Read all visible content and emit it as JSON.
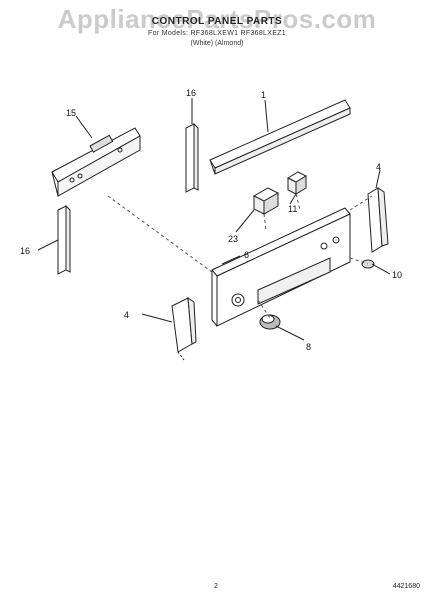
{
  "header": {
    "watermark": "AppliancePartsPros.com",
    "title": "CONTROL PANEL PARTS",
    "subtitle": "For Models: RF368LXEW1   RF368LXEZ1",
    "color_variants": "(White)        (Almond)"
  },
  "callouts": [
    {
      "id": "c1",
      "label": "1"
    },
    {
      "id": "c4a",
      "label": "4"
    },
    {
      "id": "c4b",
      "label": "4"
    },
    {
      "id": "c6",
      "label": "6"
    },
    {
      "id": "c8",
      "label": "8"
    },
    {
      "id": "c10",
      "label": "10"
    },
    {
      "id": "c11",
      "label": "11"
    },
    {
      "id": "c15",
      "label": "15"
    },
    {
      "id": "c16a",
      "label": "16"
    },
    {
      "id": "c16b",
      "label": "16"
    },
    {
      "id": "c23",
      "label": "23"
    }
  ],
  "footer": {
    "page_number": "2",
    "doc_code": "4421680"
  }
}
